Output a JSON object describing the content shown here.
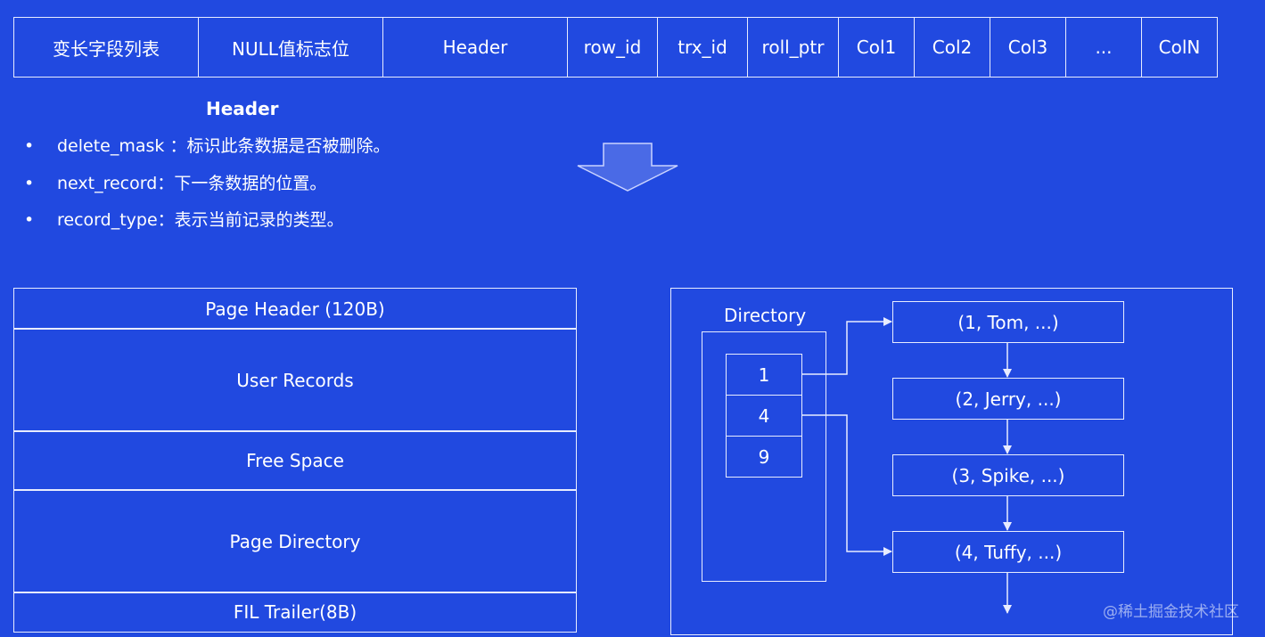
{
  "record_format": {
    "fields": [
      "变长字段列表",
      "NULL值标志位",
      "Header",
      "row_id",
      "trx_id",
      "roll_ptr",
      "Col1",
      "Col2",
      "Col3",
      "...",
      "ColN"
    ]
  },
  "header_notes": {
    "title": "Header",
    "items": [
      {
        "name": "delete_mask",
        "sep": " ：",
        "desc": "标识此条数据是否被删除。"
      },
      {
        "name": "next_record",
        "sep": "：",
        "desc": "下一条数据的位置。"
      },
      {
        "name": "record_type",
        "sep": "：",
        "desc": "表示当前记录的类型。"
      }
    ]
  },
  "page_layout": {
    "sections": [
      "Page Header (120B)",
      "User Records",
      "Free Space",
      "Page Directory",
      "FIL Trailer(8B)"
    ]
  },
  "page_directory": {
    "label": "Directory",
    "slots": [
      "1",
      "4",
      "9"
    ],
    "records": [
      "(1, Tom, ...)",
      "(2, Jerry, ...)",
      "(3, Spike, ...)",
      "(4, Tuffy, ...)"
    ]
  },
  "watermark": "@稀土掘金技术社区",
  "colors": {
    "background": "#2149e0",
    "line": "#e8ecff",
    "arrow_fill": "#4a6ae6"
  }
}
